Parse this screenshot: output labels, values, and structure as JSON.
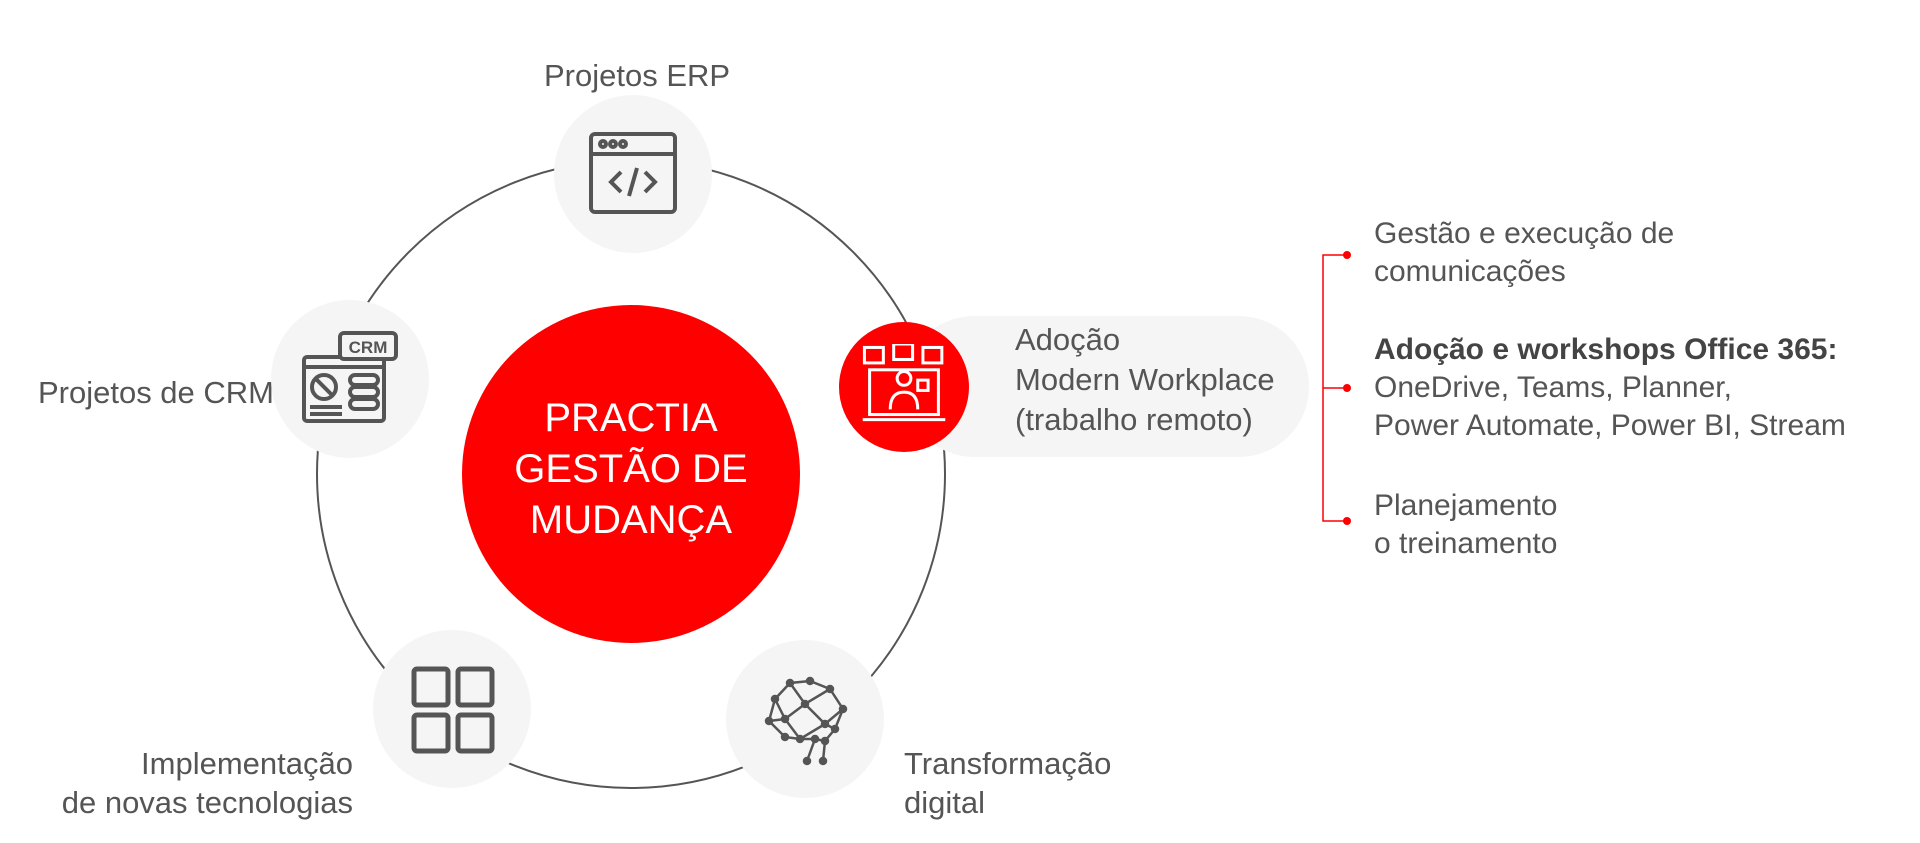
{
  "center": {
    "lines": [
      "PRACTIA",
      "GESTÃO DE",
      "MUDANÇA"
    ]
  },
  "nodes": {
    "erp": {
      "label": "Projetos ERP",
      "icon": "code-window-icon"
    },
    "crm": {
      "label": "Projetos de CRM",
      "icon": "crm-dashboard-icon"
    },
    "adoption": {
      "lines": [
        "Adoção",
        "Modern Workplace",
        "(trabalho remoto)"
      ],
      "icon": "remote-meeting-laptop-icon"
    },
    "tech": {
      "lines": [
        "Implementação",
        "de novas tecnologias"
      ],
      "icon": "grid-apps-icon"
    },
    "digital": {
      "lines": [
        "Transformação",
        "digital"
      ],
      "icon": "neural-network-brain-icon"
    }
  },
  "details": {
    "item1": [
      "Gestão e execução de",
      "comunicações"
    ],
    "item2": {
      "title": "Adoção e workshops Office 365:",
      "lines": [
        "OneDrive, Teams, Planner,",
        "Power Automate, Power BI, Stream"
      ]
    },
    "item3": [
      "Planejamento",
      "o treinamento"
    ]
  },
  "colors": {
    "accent": "#ff0000",
    "text": "#555555",
    "circle": "#f5f5f5"
  }
}
